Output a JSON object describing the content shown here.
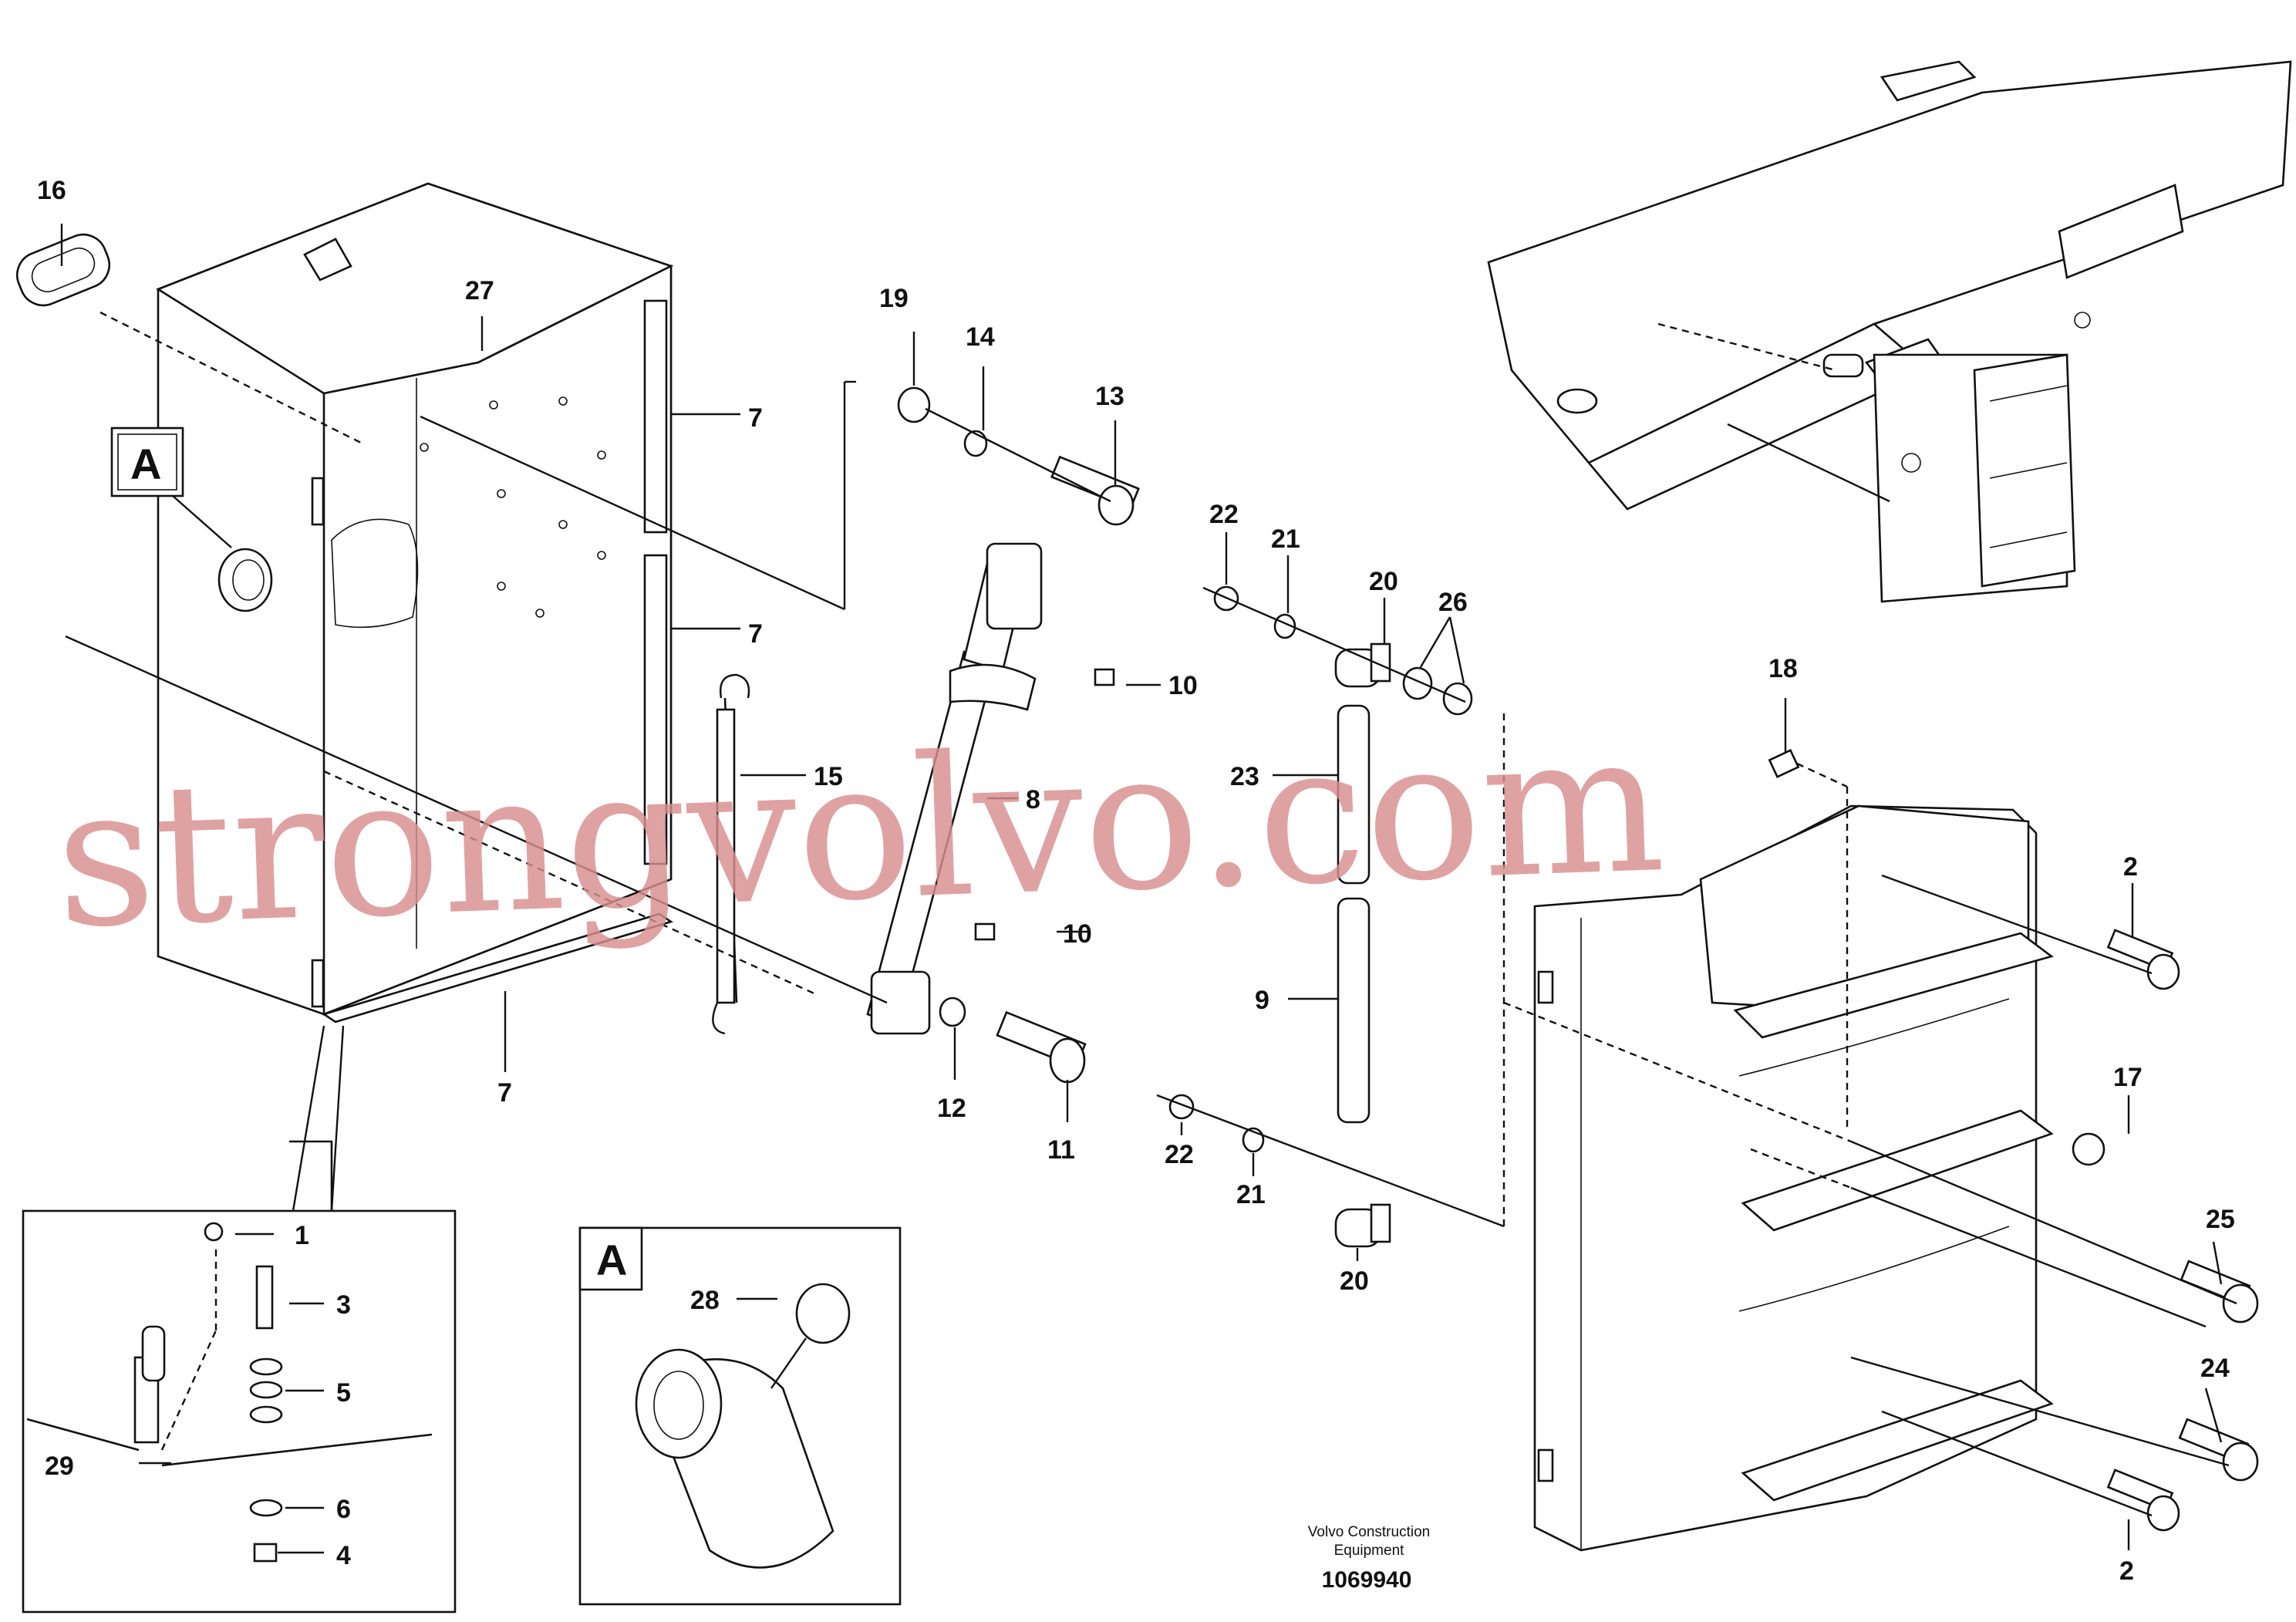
{
  "callouts": {
    "c1": "1",
    "c2a": "2",
    "c2b": "2",
    "c3": "3",
    "c4": "4",
    "c5": "5",
    "c6": "6",
    "c7a": "7",
    "c7b": "7",
    "c7c": "7",
    "c8": "8",
    "c9": "9",
    "c10a": "10",
    "c10b": "10",
    "c11": "11",
    "c12": "12",
    "c13": "13",
    "c14": "14",
    "c15": "15",
    "c16": "16",
    "c17": "17",
    "c18": "18",
    "c19": "19",
    "c20a": "20",
    "c20b": "20",
    "c21a": "21",
    "c21b": "21",
    "c22a": "22",
    "c22b": "22",
    "c23": "23",
    "c24": "24",
    "c25": "25",
    "c26": "26",
    "c27": "27",
    "c28": "28",
    "c29": "29"
  },
  "detail_marker": "A",
  "watermark": "strongvolvo.com",
  "footer": {
    "line1": "Volvo Construction",
    "line2": "Equipment",
    "number": "1069940"
  }
}
